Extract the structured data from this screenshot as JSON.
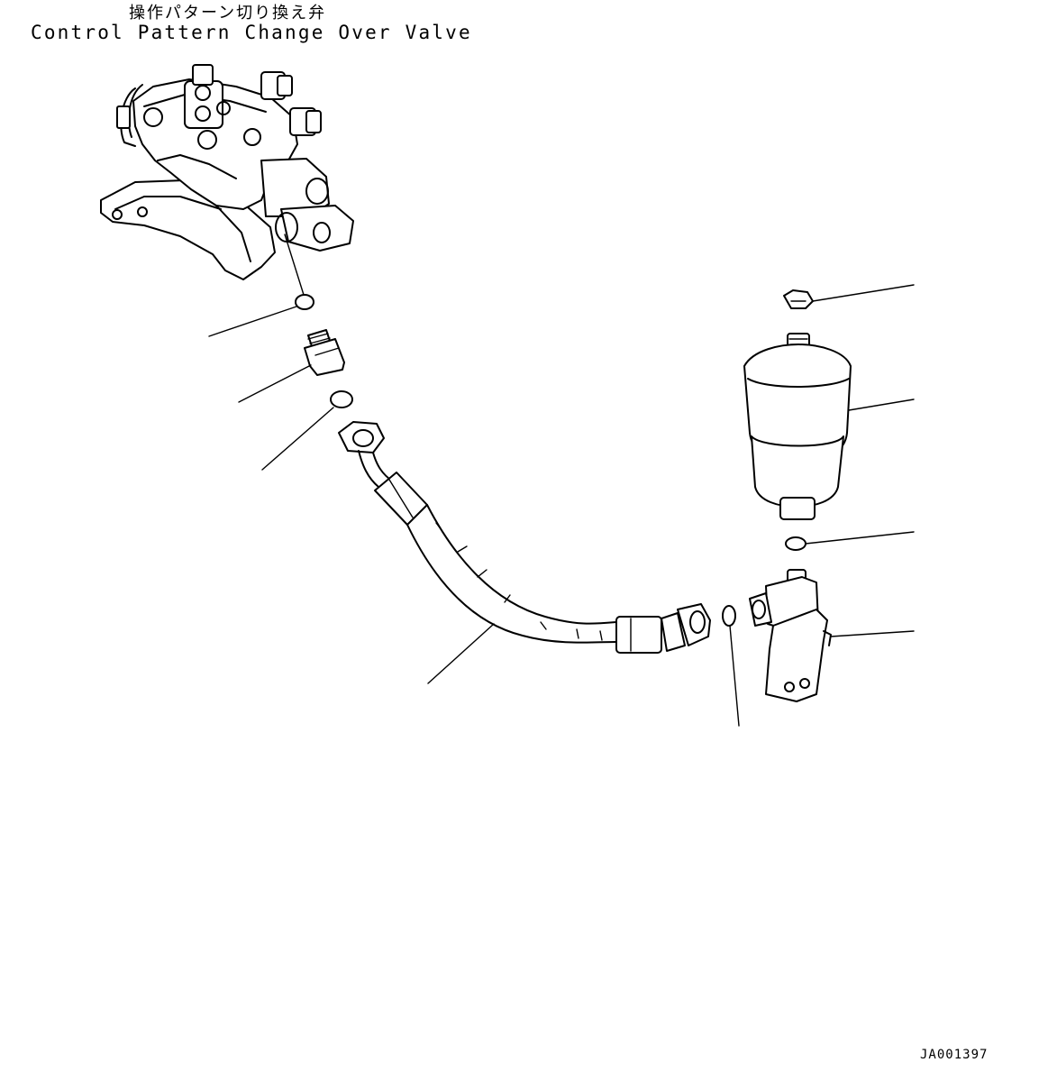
{
  "title": {
    "japanese": "操作パターン切り換え弁",
    "english": "Control Pattern Change Over Valve"
  },
  "drawing_id": "JA001397"
}
